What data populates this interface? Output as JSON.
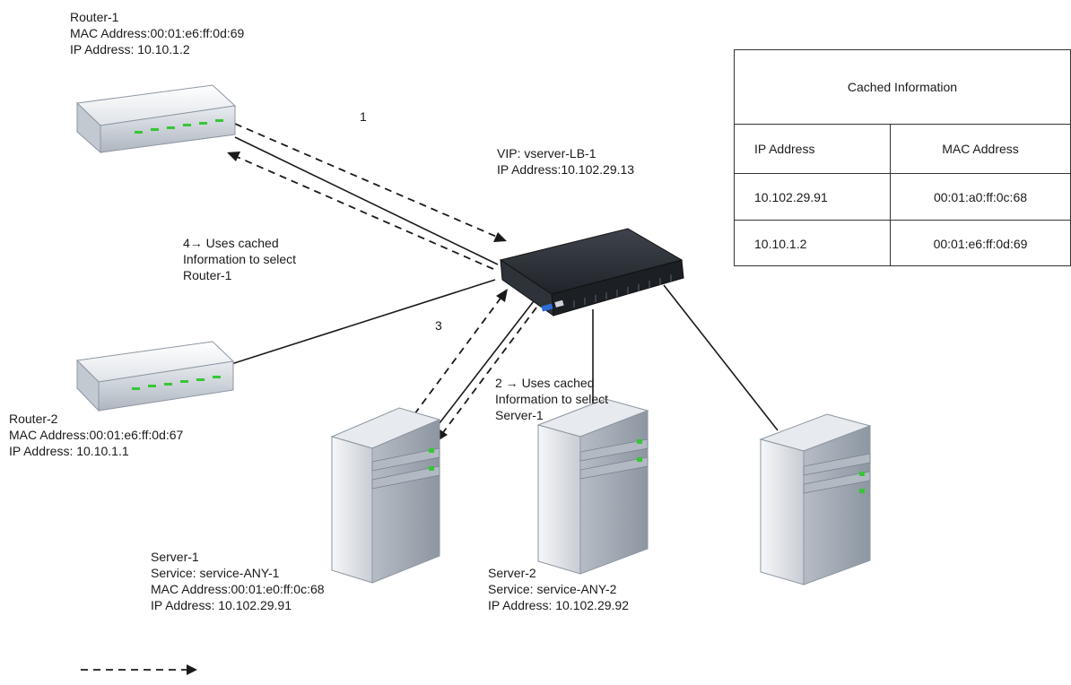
{
  "router1": {
    "name": "Router-1",
    "mac": "MAC Address:00:01:e6:ff:0d:69",
    "ip": "IP Address: 10.10.1.2"
  },
  "router2": {
    "name": "Router-2",
    "mac": "MAC Address:00:01:e6:ff:0d:67",
    "ip": "IP Address: 10.10.1.1"
  },
  "vip": {
    "name": "VIP: vserver-LB-1",
    "ip": "IP Address:10.102.29.13"
  },
  "server1": {
    "name": "Server-1",
    "service": "Service: service-ANY-1",
    "mac": "MAC Address:00:01:e0:ff:0c:68",
    "ip": "IP Address: 10.102.29.91"
  },
  "server2": {
    "name": "Server-2",
    "service": "Service: service-ANY-2",
    "ip": "IP Address: 10.102.29.92"
  },
  "steps": {
    "s1": "1",
    "s2_line1": "2 → Uses cached",
    "s2_line2": "Information to select",
    "s2_line3": "Server-1",
    "s3": "3",
    "s4_line1": "4→ Uses cached",
    "s4_line2": "Information to select",
    "s4_line3": "Router-1"
  },
  "cache_table": {
    "title": "Cached Information",
    "headers": [
      "IP Address",
      "MAC Address"
    ],
    "rows": [
      [
        "10.102.29.91",
        "00:01:a0:ff:0c:68"
      ],
      [
        "10.10.1.2",
        "00:01:e6:ff:0d:69"
      ]
    ]
  },
  "colors": {
    "line": "#1a1a1a",
    "device_light": "#f2f4f7",
    "device_shade": "#c9ced6",
    "led": "#36c636",
    "appliance": "#2b2f36"
  }
}
